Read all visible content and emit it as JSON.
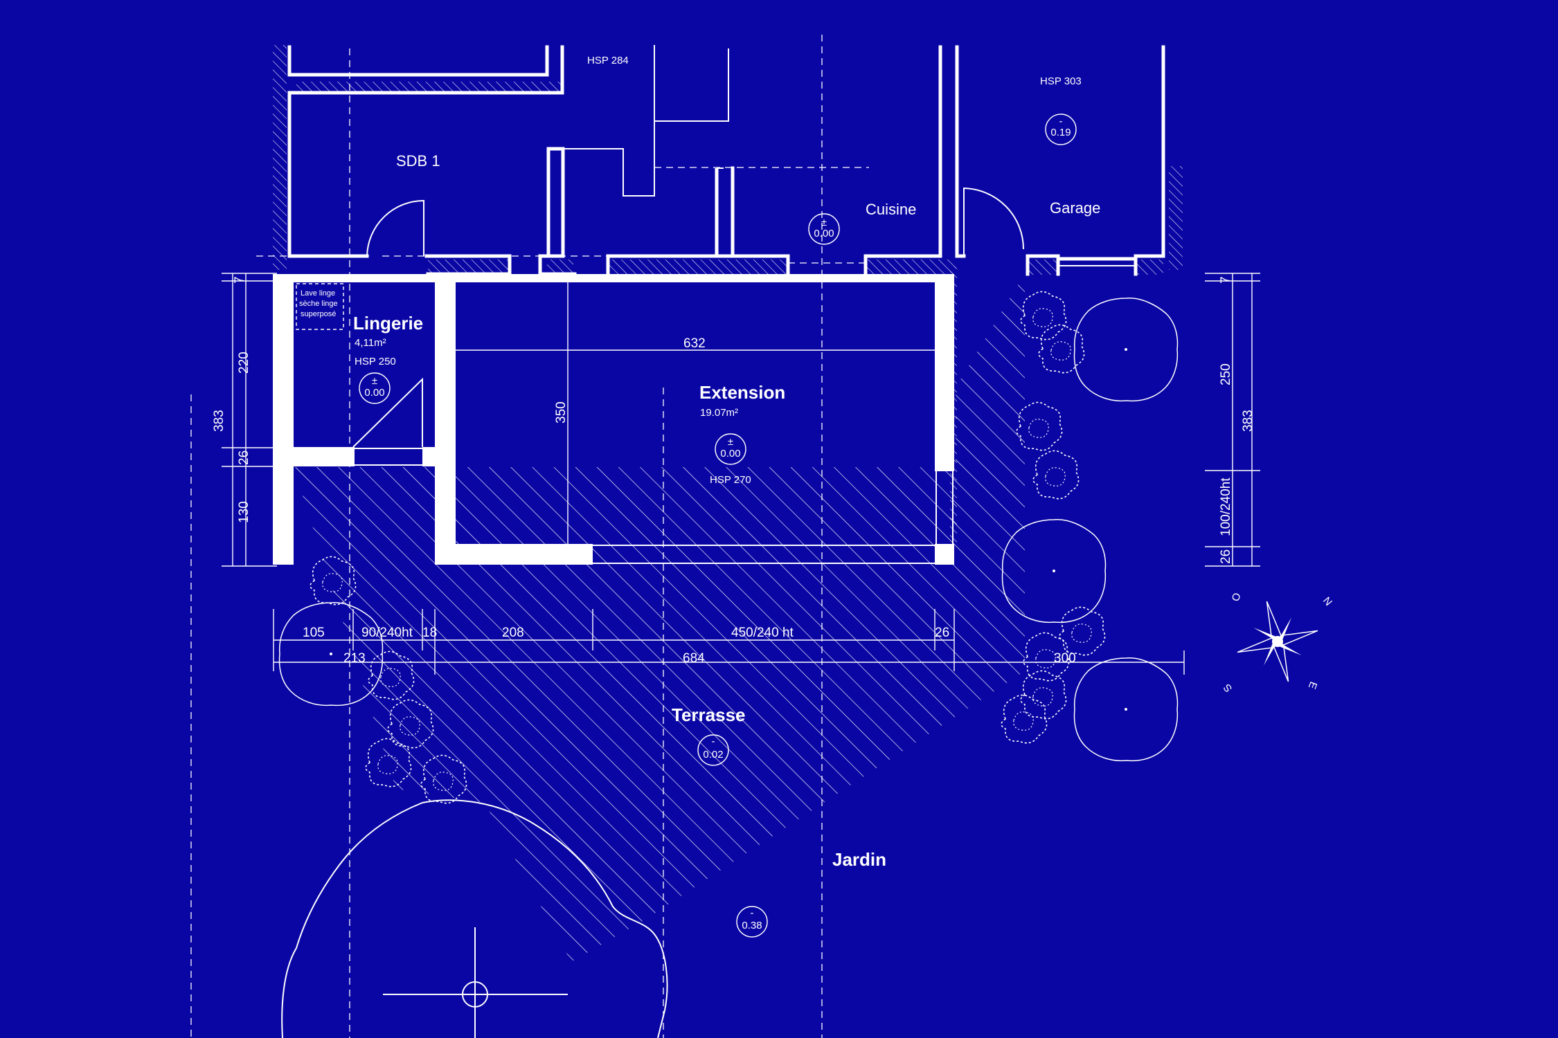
{
  "rooms": {
    "sdb1": "SDB 1",
    "cuisine": "Cuisine",
    "garage": "Garage",
    "lingerie": "Lingerie",
    "extension": "Extension",
    "terrasse": "Terrasse",
    "jardin": "Jardin"
  },
  "areas": {
    "lingerie": "4,11m²",
    "extension": "19.07m²"
  },
  "hsp": {
    "top_middle": "HSP 284",
    "garage": "HSP 303",
    "lingerie": "HSP 250",
    "extension": "HSP 270"
  },
  "levels": {
    "garage": {
      "sign": "-",
      "value": "0.19"
    },
    "cuisine": {
      "sign": "±",
      "value": "0.00"
    },
    "lingerie": {
      "sign": "±",
      "value": "0.00"
    },
    "extension": {
      "sign": "±",
      "value": "0.00"
    },
    "terrasse": {
      "sign": "-",
      "value": "0.02"
    },
    "jardin": {
      "sign": "-",
      "value": "0.38"
    }
  },
  "appliance_note": [
    "Lave linge",
    "sèche linge",
    "superposé"
  ],
  "dimensions": {
    "ext_width": "632",
    "ext_depth": "350",
    "left_total": "383",
    "left_220": "220",
    "left_26": "26",
    "left_130": "130",
    "left_7": "7",
    "right_total": "383",
    "right_250": "250",
    "right_opening": "100/240ht",
    "right_26": "26",
    "right_7": "7",
    "bottom_105": "105",
    "bottom_door": "90/240ht",
    "bottom_18": "18",
    "bottom_208": "208",
    "bottom_bay": "450/240 ht",
    "bottom_26": "26",
    "bottom_213": "213",
    "bottom_684": "684",
    "bottom_300": "300"
  },
  "compass": {
    "n": "N",
    "e": "E",
    "s": "S",
    "o": "O"
  },
  "colors": {
    "background": "#0a06a4",
    "lines": "#ffffff"
  }
}
